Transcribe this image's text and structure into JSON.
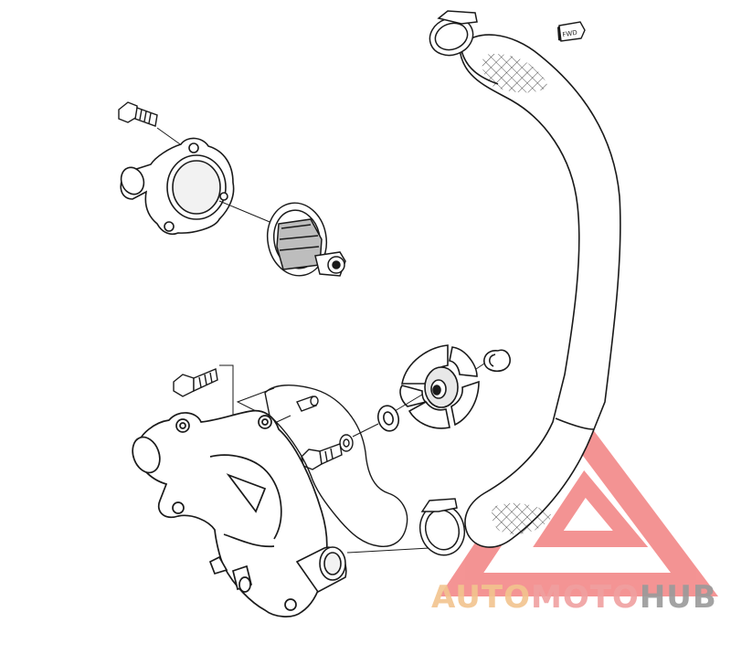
{
  "fwd_tag": "FWD",
  "watermark": {
    "part1": "AUTO",
    "part2": "MOTO",
    "part3": "HUB",
    "color_auto": "#f2c48e",
    "color_moto": "#f0a0a0",
    "color_hub": "#9a9a9a",
    "logo_color": "#f07070"
  },
  "line_color": "#1a1a1a"
}
